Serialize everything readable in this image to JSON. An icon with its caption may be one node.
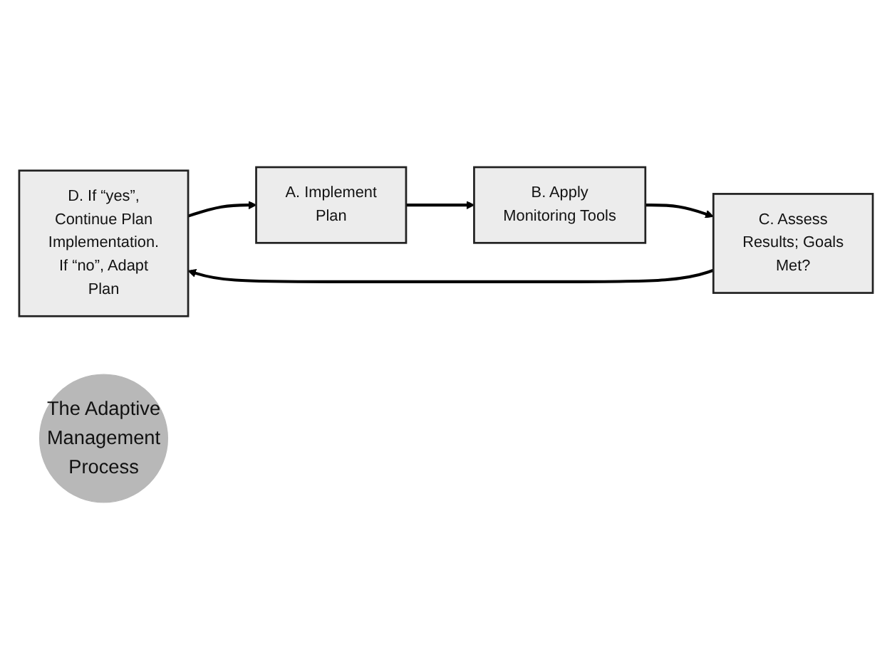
{
  "diagram": {
    "nodes": [
      {
        "text": [
          "D. If “yes”, Continue Plan Implementation. If “no”, Adapt Plan"
        ]
      },
      {
        "text": [
          "A. Implement Plan"
        ]
      },
      {
        "text": [
          "The Adaptive Management Process"
        ]
      },
      {
        "text": [
          "C. Assess Results; Goals Met?"
        ]
      },
      {
        "text": [
          "B. Apply Monitoring Tools"
        ]
      }
    ],
    "edges": [
      {
        "from": 0,
        "to": 1,
        "arrow": "to"
      },
      {
        "from": 1,
        "to": 4,
        "arrow": "to"
      },
      {
        "from": 4,
        "to": 3,
        "arrow": "to"
      },
      {
        "from": 3,
        "to": 0,
        "arrow": "to"
      }
    ]
  }
}
